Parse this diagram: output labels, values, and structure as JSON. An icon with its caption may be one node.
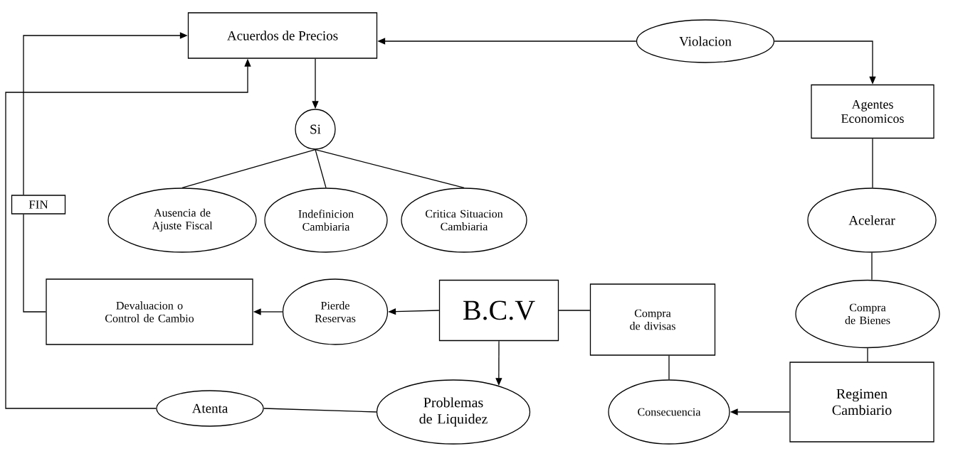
{
  "diagram": {
    "nodes": [
      {
        "text": [
          "Acuerdos de Precios"
        ]
      },
      {
        "text": [
          "Violacion"
        ]
      },
      {
        "text": [
          "Agentes Economicos"
        ]
      },
      {
        "text": [
          "Si"
        ]
      },
      {
        "text": [
          "FIN"
        ]
      },
      {
        "text": [
          "Ausencia de Ajuste Fiscal"
        ]
      },
      {
        "text": [
          "Indefinicion Cambiaria"
        ]
      },
      {
        "text": [
          "Critica Situacion Cambiaria"
        ]
      },
      {
        "text": [
          "Acelerar"
        ]
      },
      {
        "text": [
          "Devaluacion o Control de Cambio"
        ]
      },
      {
        "text": [
          "Pierde Reservas"
        ]
      },
      {
        "text": [
          "B.C.V"
        ]
      },
      {
        "text": [
          "Compra de divisas"
        ]
      },
      {
        "text": [
          "Compra de Bienes"
        ]
      },
      {
        "text": [
          "Atenta"
        ]
      },
      {
        "text": [
          "Problemas de Liquidez"
        ]
      },
      {
        "text": [
          "Consecuencia"
        ]
      },
      {
        "text": [
          "Regimen Cambiario"
        ]
      }
    ],
    "edges": [
      {
        "from": 1,
        "to": 0,
        "arrow": "to"
      },
      {
        "from": 1,
        "to": 2,
        "arrow": "to"
      },
      {
        "from": 0,
        "to": 3,
        "arrow": "to"
      },
      {
        "from": 3,
        "to": 5,
        "arrow": "none"
      },
      {
        "from": 3,
        "to": 6,
        "arrow": "none"
      },
      {
        "from": 3,
        "to": 7,
        "arrow": "none"
      },
      {
        "from": 2,
        "to": 8,
        "arrow": "none"
      },
      {
        "from": 8,
        "to": 13,
        "arrow": "none"
      },
      {
        "from": 13,
        "to": 17,
        "arrow": "none"
      },
      {
        "from": 17,
        "to": 16,
        "arrow": "to"
      },
      {
        "from": 16,
        "to": 12,
        "arrow": "none"
      },
      {
        "from": 11,
        "to": 12,
        "arrow": "none"
      },
      {
        "from": 11,
        "to": 10,
        "arrow": "to"
      },
      {
        "from": 10,
        "to": 9,
        "arrow": "to"
      },
      {
        "from": 11,
        "to": 15,
        "arrow": "to"
      },
      {
        "from": 15,
        "to": 14,
        "arrow": "none"
      },
      {
        "from": 14,
        "to": 0,
        "arrow": "to"
      },
      {
        "from": 9,
        "to": 4,
        "arrow": "none"
      },
      {
        "from": 4,
        "to": 0,
        "arrow": "to"
      }
    ]
  }
}
